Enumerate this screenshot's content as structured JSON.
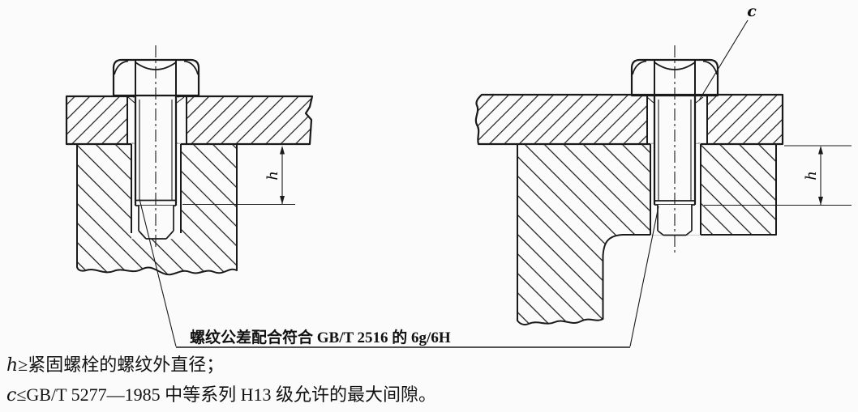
{
  "drawing": {
    "callout_c": "c",
    "dim_h_left": "h",
    "dim_h_right": "h",
    "thread_note": "螺纹公差配合符合 GB/T 2516 的 6g/6H"
  },
  "notes": {
    "line1": {
      "symbol": "h",
      "text": "≥紧固螺栓的螺纹外直径；"
    },
    "line2": {
      "symbol": "c",
      "text": "≤GB/T 5277—1985 中等系列 H13 级允许的最大间隙。"
    }
  },
  "colors": {
    "line": "#1a1a1a",
    "background": "#fbfbfb"
  }
}
